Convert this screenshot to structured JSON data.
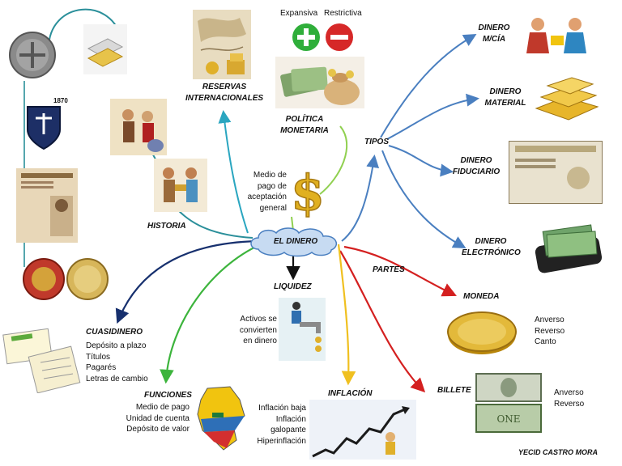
{
  "center": {
    "label": "EL DINERO"
  },
  "politica": {
    "label_line1": "POLÍTICA",
    "label_line2": "MONETARIA",
    "expansiva": "Expansiva",
    "restrictiva": "Restrictiva"
  },
  "medio": {
    "line1": "Medio de",
    "line2": "pago de",
    "line3": "aceptación",
    "line4": "general"
  },
  "reservas": {
    "line1": "RESERVAS",
    "line2": "INTERNACIONALES"
  },
  "historia": {
    "label": "HISTORIA",
    "year": "1870"
  },
  "tipos": {
    "label": "TIPOS",
    "mcia_line1": "DINERO",
    "mcia_line2": "M/CÍA",
    "material_line1": "DINERO",
    "material_line2": "MATERIAL",
    "fiduciario_line1": "DINERO",
    "fiduciario_line2": "FIDUCIARIO",
    "electronico_line1": "DINERO",
    "electronico_line2": "ELECTRÓNICO"
  },
  "partes": {
    "label": "PARTES",
    "moneda": {
      "label": "MONEDA",
      "items": [
        "Anverso",
        "Reverso",
        "Canto"
      ]
    },
    "billete": {
      "label": "BILLETE",
      "items": [
        "Anverso",
        "Reverso"
      ]
    }
  },
  "liquidez": {
    "label": "LIQUIDEZ",
    "line1": "Activos se",
    "line2": "convierten",
    "line3": "en dinero"
  },
  "cuasidinero": {
    "label": "CUASIDINERO",
    "items": [
      "Depósito a plazo",
      "Títulos",
      "Pagarés",
      "Letras de cambio"
    ]
  },
  "funciones": {
    "label": "FUNCIONES",
    "items": [
      "Medio de pago",
      "Unidad de cuenta",
      "Depósito de valor"
    ]
  },
  "inflacion": {
    "label": "INFLACIÓN",
    "items": [
      "Inflación baja",
      "Inflación",
      "galopante",
      "Hiperinflación"
    ]
  },
  "author": "YECID CASTRO MORA",
  "colors": {
    "tipos_link": "#4a7fc0",
    "partes_link": "#d42020",
    "inflacion_link": "#f0c020",
    "funciones_link": "#3cb43c",
    "cuasi_link": "#17306e",
    "historia_link": "#2a8f9a",
    "politica_link": "#90d050",
    "cloud_fill": "#c7dbf2",
    "cloud_stroke": "#4a7fc0"
  }
}
